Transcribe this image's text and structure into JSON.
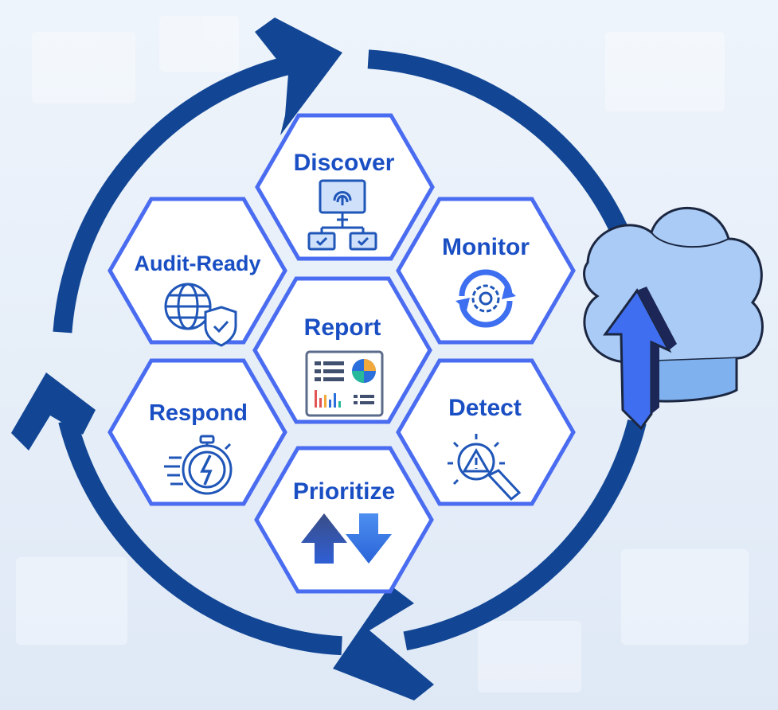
{
  "diagram": {
    "center": {
      "label": "Report",
      "icon": "report-dashboard-icon"
    },
    "segments": [
      {
        "label": "Discover",
        "icon": "network-fingerprint-icon"
      },
      {
        "label": "Monitor",
        "icon": "gear-refresh-icon"
      },
      {
        "label": "Detect",
        "icon": "warning-magnifier-icon"
      },
      {
        "label": "Prioritize",
        "icon": "up-down-arrows-icon"
      },
      {
        "label": "Respond",
        "icon": "stopwatch-lightning-icon"
      },
      {
        "label": "Audit-Ready",
        "icon": "globe-shield-icon"
      }
    ],
    "decorations": [
      "cycle-arrows-icon",
      "cloud-upload-icon"
    ]
  },
  "colors": {
    "background": "#e8f0fa",
    "cycle": "#124695",
    "hex_stroke": "#4a6cf0",
    "hex_fill": "#ffffff",
    "label": "#1a4fc4",
    "cloud": "#9ec3f5",
    "cloud_arrow": "#3f6ff0"
  }
}
